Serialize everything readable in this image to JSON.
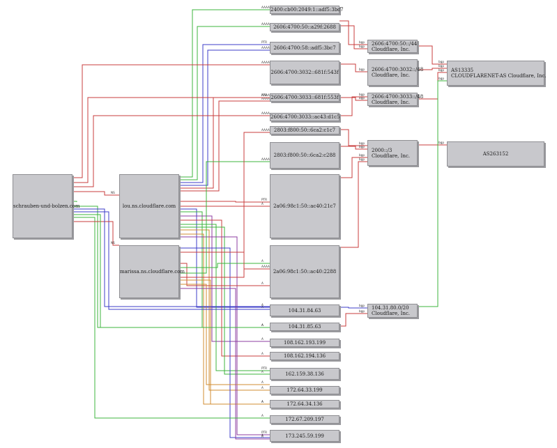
{
  "colors": {
    "node_fill": "#c8c8cc",
    "node_border": "#8e8e92",
    "edge_red": "#c83c3c",
    "edge_green": "#3cb43c",
    "edge_blue": "#3c3cc8",
    "edge_orange": "#d28c32",
    "edge_purple": "#8c3ca0"
  },
  "nodes": {
    "domain": "schrauben-und-bolzen.com",
    "ns1": "lou.ns.cloudflare.com",
    "ns2": "marissa.ns.cloudflare.com",
    "v6_a": "2400:cb00:2049:1::adf5:3bc7",
    "v6_b": "2606:4700:50::a29f:2688",
    "v6_c": "2606:4700:58::adf5:3bc7",
    "v6_d": "2606:4700:3032::681f:543f",
    "v6_e": "2606:4700:3033::681f:553f",
    "v6_f": "2606:4700:3033::ac43:d1c5",
    "v6_g": "2803:f800:50::6ca2:c1c7",
    "v6_h": "2803:f800:50::6ca2:c288",
    "v6_i": "2a06:98c1:50::ac40:21c7",
    "v6_j": "2a06:98c1:50::ac40:2288",
    "v4_a": "104.31.84.63",
    "v4_b": "104.31.85.63",
    "v4_c": "108.162.193.199",
    "v4_d": "108.162.194.136",
    "v4_e": "162.159.38.136",
    "v4_f": "172.64.33.199",
    "v4_g": "172.64.34.136",
    "v4_h": "172.67.209.197",
    "v4_i": "173.245.59.199",
    "pfx_a": "2606:4700:50::/44\nCloudflare, Inc.",
    "pfx_b": "2606:4700:3032::/48\nCloudflare, Inc.",
    "pfx_c": "2606:4700:3033::/48\nCloudflare, Inc.",
    "pfx_d": "2000::/3\nCloudflare, Inc.",
    "pfx_e": "104.31.80.0/20\nCloudflare, Inc.",
    "as_a": "AS13335\nCLOUDFLARENET-AS Cloudflare, Inc.",
    "as_b": "AS263152"
  },
  "edge_labels": {
    "a": "A",
    "aaaa": "AAAA",
    "ns": "NS",
    "ptr": "PTR",
    "bgp": "bgp"
  }
}
